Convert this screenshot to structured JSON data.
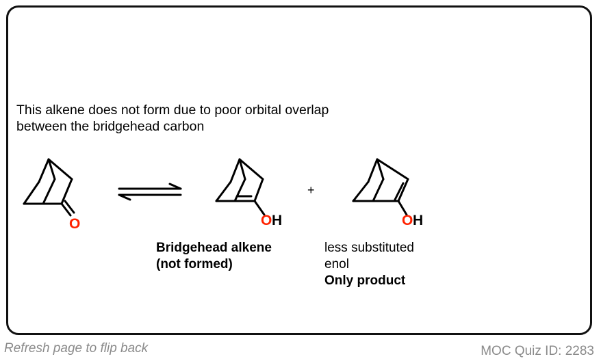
{
  "caption": {
    "line1": "This alkene does not form due to poor orbital overlap",
    "line2": "between the bridgehead carbon"
  },
  "molecules": {
    "ketone": {
      "oxygen_label": "O"
    },
    "bridgehead_enol": {
      "o_label": "O",
      "h_label": "H",
      "label_line1": "Bridgehead alkene",
      "label_line2": "(not formed)"
    },
    "plus_sign": "+",
    "less_substituted_enol": {
      "o_label": "O",
      "h_label": "H",
      "label_line1": "less substituted",
      "label_line2": "enol",
      "label_line3": "Only product"
    }
  },
  "footer": {
    "left": "Refresh page to flip back",
    "right": "MOC Quiz ID: 2283"
  },
  "colors": {
    "oxygen": "#ff2200",
    "bond": "#000000",
    "footer_text": "#8a8a8a"
  }
}
